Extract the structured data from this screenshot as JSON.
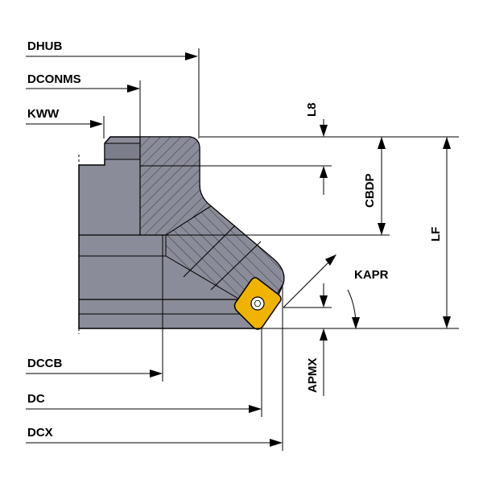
{
  "diagram": {
    "labels": {
      "dhub": "DHUB",
      "dconms": "DCONMS",
      "kww": "KWW",
      "l8": "L8",
      "cbdp": "CBDP",
      "lf": "LF",
      "kapr": "KAPR",
      "apmx": "APMX",
      "dccb": "DCCB",
      "dc": "DC",
      "dcx": "DCX"
    },
    "colors": {
      "body": "#8b8c99",
      "body_dark": "#6f707c",
      "insert": "#f0b400",
      "hatch": "#3b3b44",
      "lines": "#000000"
    }
  }
}
